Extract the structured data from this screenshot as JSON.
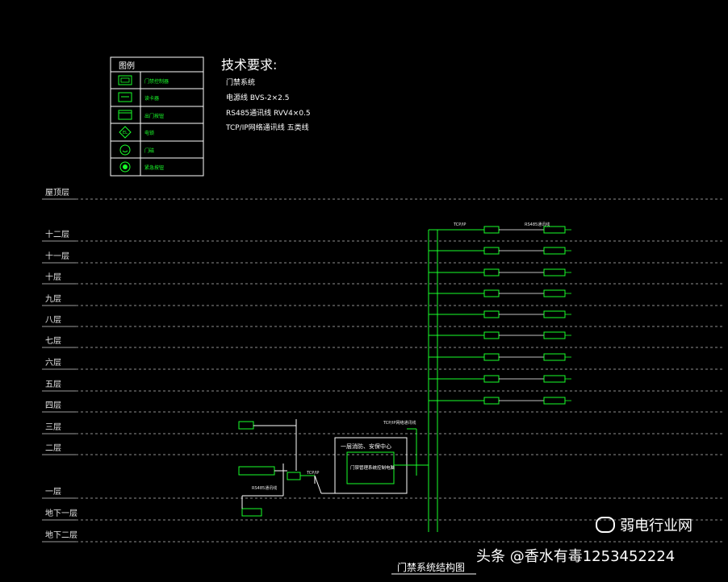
{
  "legend": {
    "title": "图例",
    "items": [
      {
        "icon": "controller-icon",
        "label": "门禁控制器"
      },
      {
        "icon": "card-reader-icon",
        "label": "读卡器"
      },
      {
        "icon": "exit-button-icon",
        "label": "出门按钮"
      },
      {
        "icon": "electric-lock-icon",
        "label": "电锁"
      },
      {
        "icon": "door-contact-icon",
        "label": "门磁"
      },
      {
        "icon": "emergency-button-icon",
        "label": "紧急按钮"
      }
    ]
  },
  "tech": {
    "title": "技术要求:",
    "lines": [
      "门禁系统",
      "电源线 BVS-2×2.5",
      "RS485通讯线 RVV4×0.5",
      "TCP/IP网络通讯线 五类线"
    ]
  },
  "floors": [
    "屋顶层",
    "十二层",
    "十一层",
    "十层",
    "九层",
    "八层",
    "七层",
    "六层",
    "五层",
    "四层",
    "三层",
    "二层",
    "一层",
    "地下一层",
    "地下二层"
  ],
  "riser": {
    "tcp_label": "TCP/IP",
    "rs485_label": "RS485通讯线"
  },
  "center": {
    "title": "一层消防、安保中心",
    "inner": "门禁管理系统控制电脑"
  },
  "annotations": {
    "center_top": "TCP/IP网络通讯线",
    "ground_tcp": "TCP/IP",
    "rs485_small": "RS485通讯线"
  },
  "caption": "门禁系统结构图",
  "watermark": {
    "left": "头条 @香水有毒1253452224",
    "right": "弱电行业网"
  },
  "colors": {
    "line": "#19ff2a",
    "background": "#000000",
    "text": "#ffffff"
  }
}
